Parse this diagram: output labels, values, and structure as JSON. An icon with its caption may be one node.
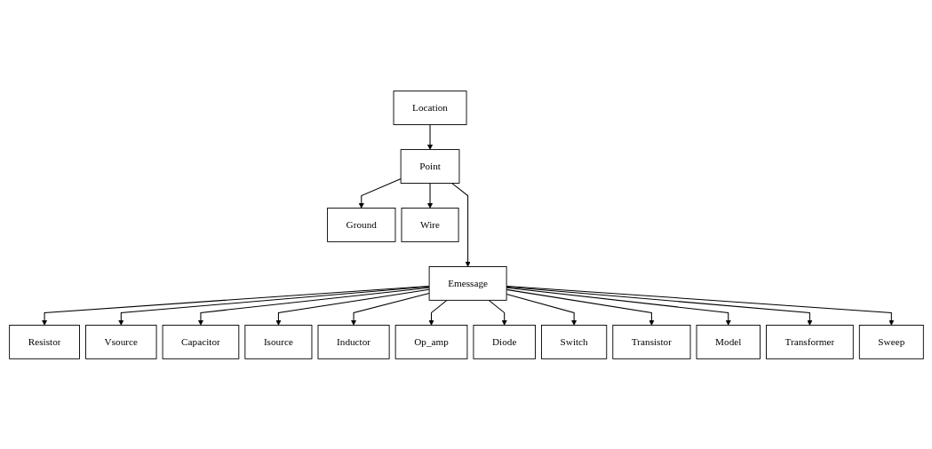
{
  "diagram": {
    "nodes": [
      {
        "text": [
          "Location"
        ]
      },
      {
        "text": [
          "Point"
        ]
      },
      {
        "text": [
          "Ground"
        ]
      },
      {
        "text": [
          "Emessage"
        ]
      },
      {
        "text": [
          "Wire"
        ]
      },
      {
        "text": [
          "Resistor"
        ]
      },
      {
        "text": [
          "Vsource"
        ]
      },
      {
        "text": [
          "Capacitor"
        ]
      },
      {
        "text": [
          "Isource"
        ]
      },
      {
        "text": [
          "Inductor"
        ]
      },
      {
        "text": [
          "Op_amp"
        ]
      },
      {
        "text": [
          "Diode"
        ]
      },
      {
        "text": [
          "Switch"
        ]
      },
      {
        "text": [
          "Transistor"
        ]
      },
      {
        "text": [
          "Model"
        ]
      },
      {
        "text": [
          "Transformer"
        ]
      },
      {
        "text": [
          "Sweep"
        ]
      }
    ],
    "edges": [
      {
        "from": 0,
        "to": 1,
        "arrow": "to"
      },
      {
        "from": 1,
        "to": 2,
        "arrow": "to"
      },
      {
        "from": 1,
        "to": 3,
        "arrow": "to"
      },
      {
        "from": 1,
        "to": 4,
        "arrow": "to"
      },
      {
        "from": 3,
        "to": 5,
        "arrow": "to"
      },
      {
        "from": 3,
        "to": 6,
        "arrow": "to"
      },
      {
        "from": 3,
        "to": 7,
        "arrow": "to"
      },
      {
        "from": 3,
        "to": 8,
        "arrow": "to"
      },
      {
        "from": 3,
        "to": 9,
        "arrow": "to"
      },
      {
        "from": 3,
        "to": 10,
        "arrow": "to"
      },
      {
        "from": 3,
        "to": 11,
        "arrow": "to"
      },
      {
        "from": 3,
        "to": 12,
        "arrow": "to"
      },
      {
        "from": 3,
        "to": 13,
        "arrow": "to"
      },
      {
        "from": 3,
        "to": 14,
        "arrow": "to"
      },
      {
        "from": 3,
        "to": 15,
        "arrow": "to"
      },
      {
        "from": 3,
        "to": 16,
        "arrow": "to"
      }
    ]
  }
}
